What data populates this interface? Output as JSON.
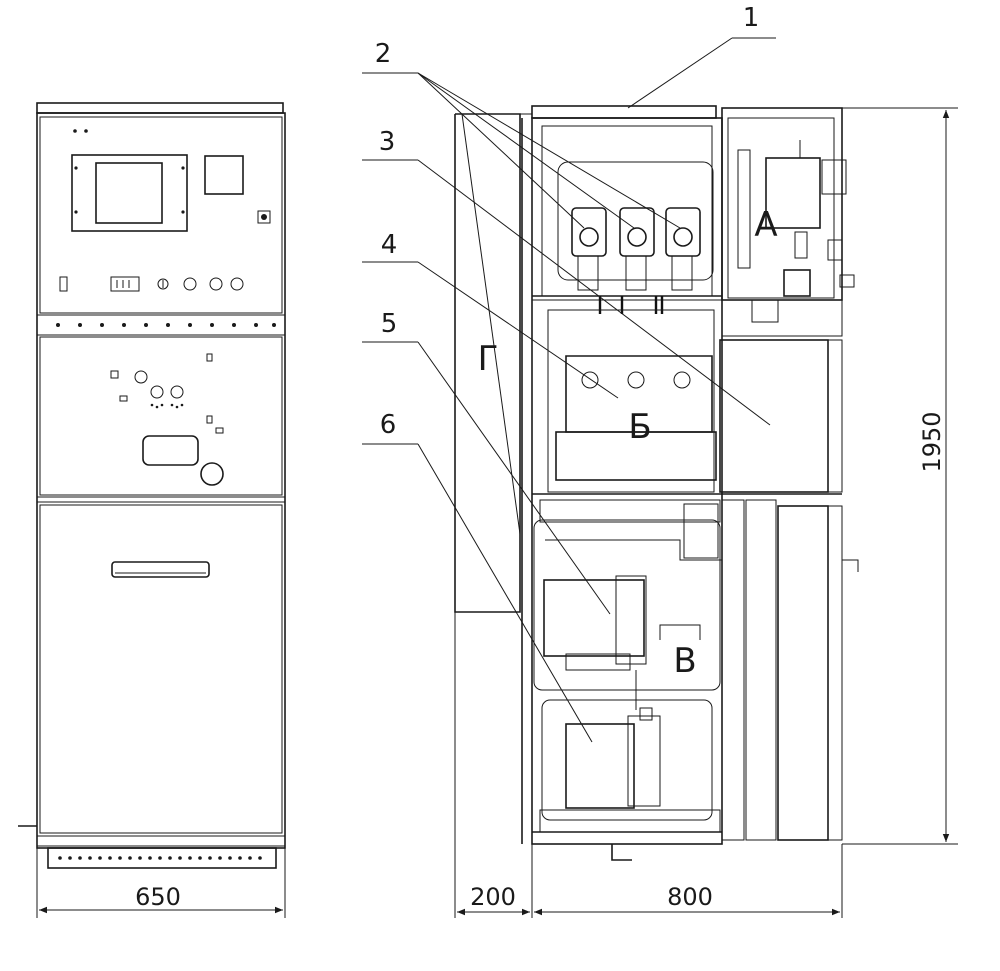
{
  "dimensions": {
    "front_width": "650",
    "side_depth_panel": "200",
    "side_depth_main": "800",
    "height": "1950"
  },
  "callouts": [
    "1",
    "2",
    "3",
    "4",
    "5",
    "6"
  ],
  "zones": {
    "a": "А",
    "b": "Б",
    "v": "В",
    "g": "Г"
  }
}
